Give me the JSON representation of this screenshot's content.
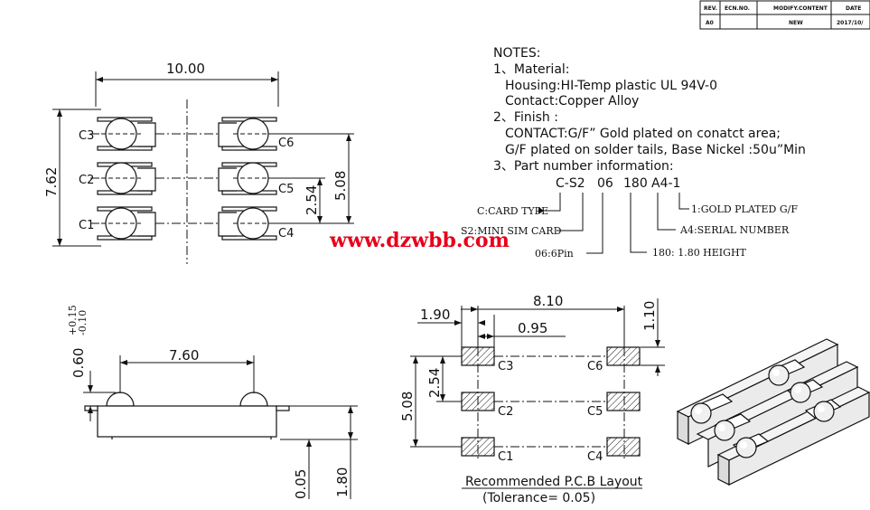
{
  "revision_table": {
    "headers": [
      "REV.",
      "ECN.NO.",
      "MODIFY.CONTENT",
      "DATE"
    ],
    "row": [
      "A0",
      "",
      "NEW",
      "2017/10/"
    ]
  },
  "notes": {
    "title": "NOTES:",
    "line1": "1、Material:",
    "line2": "Housing:HI-Temp plastic UL 94V-0",
    "line3": "Contact:Copper Alloy",
    "line4": "2、Finish :",
    "line5": "CONTACT:G/F” Gold plated on conatct area;",
    "line6": "G/F plated on solder tails, Base Nickel :50u”Min",
    "line7": "3、Part number information:"
  },
  "part_number": {
    "p1": "C-S2",
    "p2": "06",
    "p3": "180",
    "p4": "A4-1",
    "card_type": "C:CARD TYPE",
    "mini_sim": "S2:MINI SIM CARD",
    "pins": "06:6Pin",
    "height": "180: 1.80 HEIGHT",
    "serial": "A4:SERIAL NUMBER",
    "plating": "1:GOLD PLATED G/F"
  },
  "watermark": "www.dzwbb.com",
  "top_view": {
    "width": "10.00",
    "height": "7.62",
    "pitch_small": "2.54",
    "pitch_large": "5.08",
    "contacts": [
      "C1",
      "C2",
      "C3",
      "C4",
      "C5",
      "C6"
    ]
  },
  "side_view": {
    "span": "7.60",
    "bump": "0.60",
    "tol_plus": "+0.15",
    "tol_minus": "-0.10",
    "standoff": "0.05",
    "height": "1.80"
  },
  "pcb_layout": {
    "total": "8.10",
    "pad_w": "1.90",
    "offset": "0.95",
    "pad_h": "1.10",
    "pitch_small": "2.54",
    "pitch_large": "5.08",
    "contacts": [
      "C1",
      "C2",
      "C3",
      "C4",
      "C5",
      "C6"
    ],
    "caption": "Recommended P.C.B Layout",
    "tolerance": "(Tolerance= 0.05)"
  }
}
